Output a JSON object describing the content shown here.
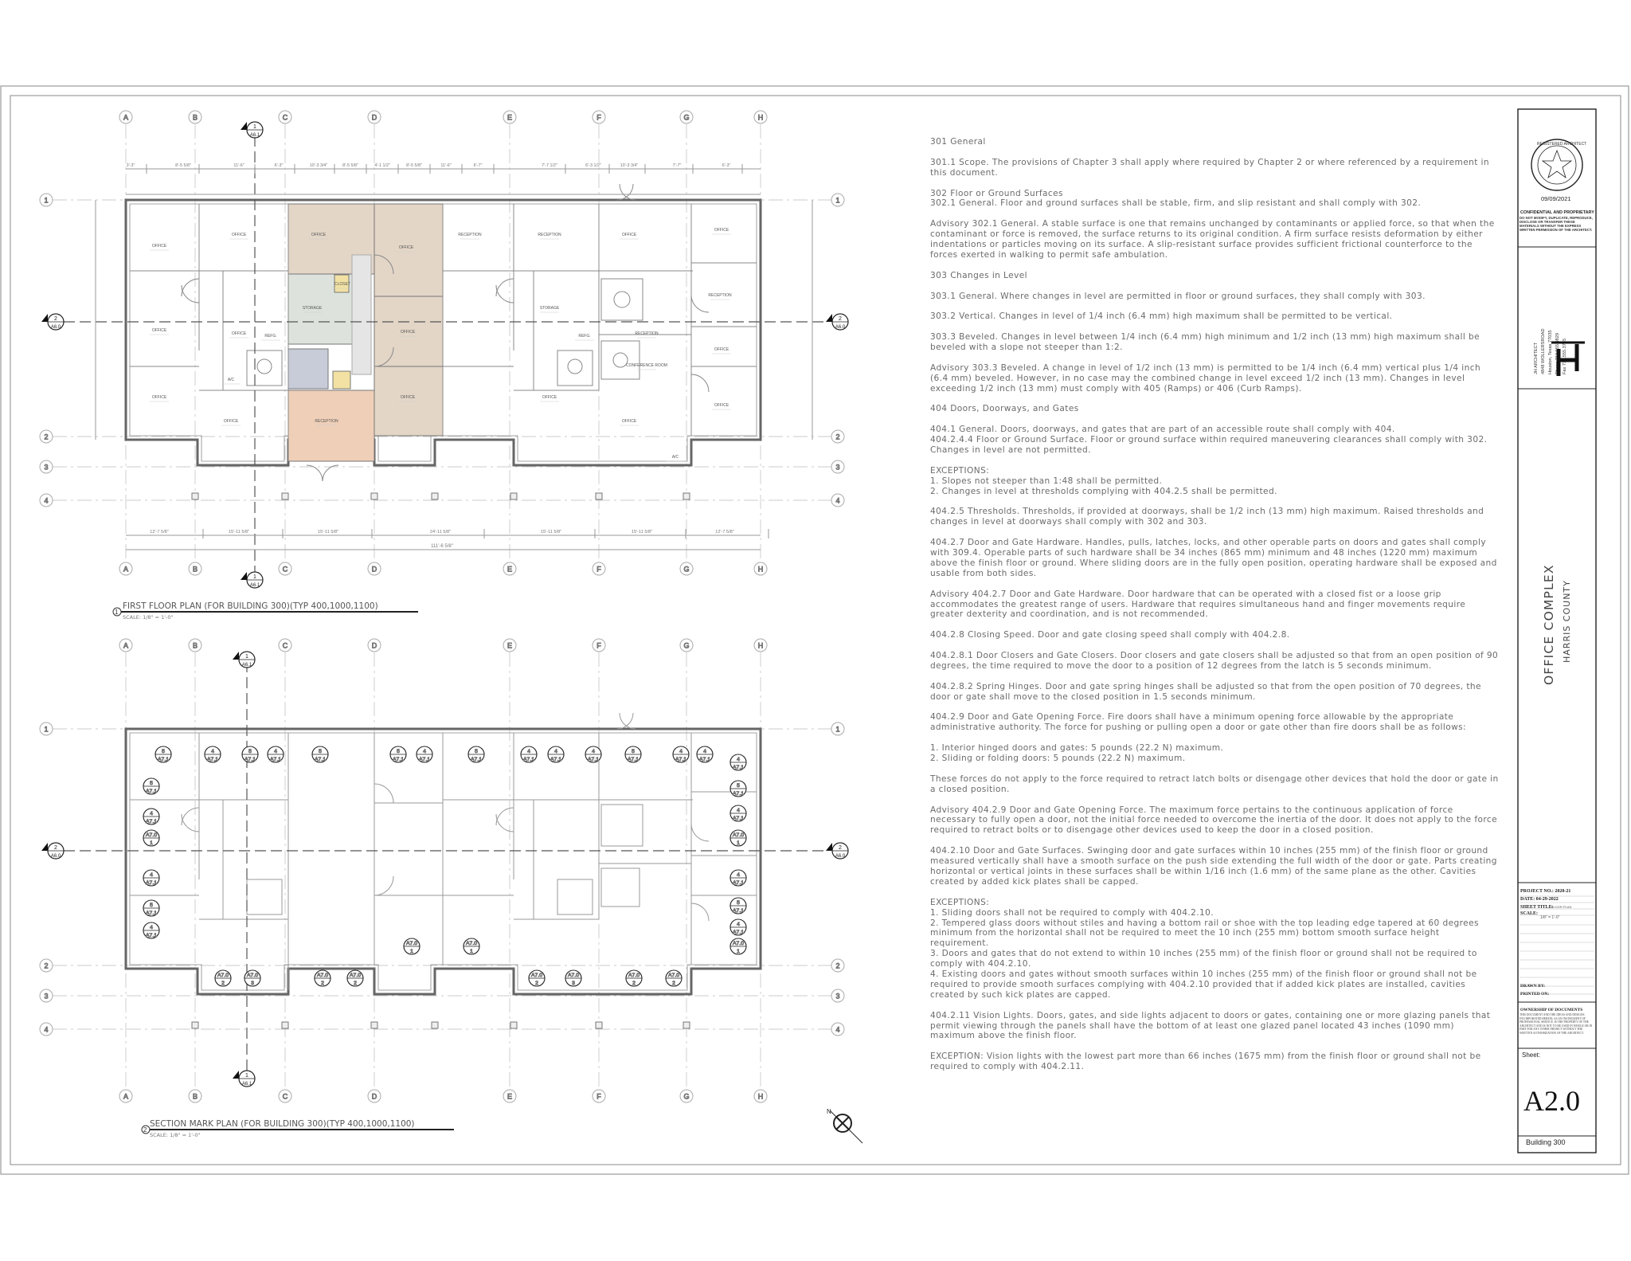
{
  "drawings": {
    "plan1": {
      "number": "1",
      "title": "FIRST FLOOR PLAN (FOR BUILDING 300)(TYP 400,1000,1100)",
      "scale": "SCALE: 1/8\" = 1'-0\""
    },
    "plan2": {
      "number": "2",
      "title": "SECTION MARK  PLAN (FOR BUILDING 300)(TYP 400,1000,1100)",
      "scale": "SCALE: 1/8\" = 1'-0\""
    },
    "grid_letters": [
      "A",
      "B",
      "C",
      "D",
      "E",
      "F",
      "G",
      "H"
    ],
    "grid_numbers": [
      "1",
      "2",
      "3",
      "4"
    ],
    "section_tags": [
      {
        "top": "2",
        "bot": "A6.0"
      },
      {
        "top": "1",
        "bot": "A6.1"
      }
    ],
    "detail_tags": [
      {
        "top": "5",
        "bot": "A7.1"
      },
      {
        "top": "4",
        "bot": "A7.1"
      },
      {
        "top": "A7.0",
        "bot": "1"
      },
      {
        "top": "A7.0",
        "bot": "2"
      },
      {
        "top": "A7.0",
        "bot": "3"
      }
    ],
    "room_labels": [
      "OFFICE",
      "OFFICE",
      "OFFICE",
      "OFFICE",
      "RECEPTION",
      "STORAGE",
      "OFFICE",
      "OFFICE",
      "OFFICE",
      "OFFICE",
      "RECEPTION",
      "CLOSET",
      "REFG.",
      "A/C",
      "OFFICE",
      "OFFICE",
      "RECEPTION",
      "OFFICE",
      "OFFICE",
      "STORAGE",
      "REFG.",
      "OFFICE",
      "OFFICE",
      "RECEPTION",
      "RECEPTION",
      "OFFICE",
      "OFFICE",
      "A/C",
      "CONFERENCE ROOM"
    ],
    "dims_top": [
      "3'-3\"",
      "8'-5 5/8\"",
      "11'-6\"",
      "6'-3\"",
      "10'-3 3/4\"",
      "8'-5 5/8\"",
      "4'-1 1/2\"",
      "8'-5 5/8\"",
      "11'-6\"",
      "6'-7\"",
      "7'-7 1/2\"",
      "6'-3 1/2\"",
      "10'-3 3/4\"",
      "7'-7\"",
      "6'-3\""
    ],
    "dims_bottom": [
      "12'-7 5/8\"",
      "15'-11 5/8\"",
      "15'-11 5/8\"",
      "24'-11 5/8\"",
      "15'-11 5/8\"",
      "15'-11 5/8\"",
      "12'-7 5/8\""
    ],
    "dim_overall": "111'-6 5/8\"",
    "north": "N"
  },
  "notes": [
    "301 General",
    "301.1 Scope. The provisions of Chapter 3 shall apply where required by Chapter 2 or where referenced by a requirement in this document.",
    "302 Floor or Ground Surfaces\n302.1 General. Floor and ground surfaces shall be stable, firm, and slip resistant and shall comply with 302.",
    "Advisory 302.1 General. A stable surface is one that remains unchanged by contaminants or applied force, so that when the contaminant or force is removed, the surface returns to its original condition. A firm surface resists deformation by either indentations or particles moving on its surface. A slip-resistant surface provides sufficient frictional counterforce to the forces exerted in walking to permit safe ambulation.",
    "303 Changes in Level",
    "303.1 General. Where changes in level are permitted in floor or ground surfaces, they shall comply with 303.",
    "303.2 Vertical. Changes in level of 1/4 inch (6.4 mm) high maximum shall be permitted to be vertical.",
    "303.3 Beveled. Changes in level between 1/4 inch (6.4 mm) high minimum and 1/2 inch (13 mm) high maximum shall be beveled with a slope not steeper than 1:2.",
    "Advisory 303.3 Beveled. A change in level of 1/2 inch (13 mm) is permitted to be 1/4 inch (6.4 mm) vertical plus 1/4 inch (6.4 mm) beveled. However, in no case may the combined change in level exceed 1/2 inch (13 mm). Changes in level exceeding 1/2 inch (13 mm) must comply with 405 (Ramps) or 406 (Curb Ramps).\n",
    "404 Doors, Doorways, and Gates",
    "404.1 General. Doors, doorways, and gates that are part of an accessible route shall comply with 404.\n404.2.4.4 Floor or Ground Surface. Floor or ground surface within required maneuvering clearances shall comply with 302. Changes in level are not permitted.",
    "EXCEPTIONS:\n1. Slopes not steeper than 1:48 shall be permitted.\n2. Changes in level at thresholds complying with 404.2.5 shall be permitted.",
    "404.2.5 Thresholds. Thresholds, if provided at doorways, shall be 1/2 inch (13 mm) high maximum. Raised thresholds and changes in level at doorways shall comply with 302 and 303.",
    "404.2.7 Door and Gate Hardware. Handles, pulls, latches, locks, and other operable parts on doors and gates shall comply with 309.4. Operable parts of such hardware shall be 34 inches (865 mm) minimum and 48 inches (1220 mm) maximum above the finish floor or ground. Where sliding doors are in the fully open position, operating hardware shall be exposed and usable from both sides.",
    "Advisory 404.2.7 Door and Gate Hardware. Door hardware that can be operated with a closed fist or a loose grip accommodates the greatest range of users. Hardware that requires simultaneous hand and finger movements require greater dexterity and coordination, and is not recommended.",
    "404.2.8 Closing Speed. Door and gate closing speed shall comply with 404.2.8.",
    "404.2.8.1 Door Closers and Gate Closers. Door closers and gate closers shall be adjusted so that from an open position of 90 degrees, the time required to move the door to a position of 12 degrees from the latch is 5 seconds minimum.",
    "404.2.8.2 Spring Hinges. Door and gate spring hinges shall be adjusted so that from the open position of 70 degrees, the door or gate shall move to the closed position in 1.5 seconds minimum.",
    "404.2.9 Door and Gate Opening Force. Fire doors shall have a minimum opening force allowable by the appropriate administrative authority. The force for pushing or pulling open a door or gate other than fire doors shall be as follows:",
    "1. Interior hinged doors and gates: 5 pounds (22.2 N) maximum.\n2. Sliding or folding doors: 5 pounds (22.2 N) maximum.",
    "These forces do not apply to the force required to retract latch bolts or disengage other devices that hold the door or gate in a closed position.",
    "Advisory 404.2.9 Door and Gate Opening Force. The maximum force pertains to the continuous application of force necessary to fully open a door, not the initial force needed to overcome the inertia of the door. It does not apply to the force required to retract bolts or to disengage other devices used to keep the door in a closed position.",
    "404.2.10 Door and Gate Surfaces. Swinging door and gate surfaces within 10 inches (255 mm) of the finish floor or ground measured vertically shall have a smooth surface on the push side extending the full width of the door or gate. Parts creating horizontal or vertical joints in these surfaces shall be within 1/16 inch (1.6 mm) of the same plane as the other. Cavities created by added kick plates shall be capped.",
    "EXCEPTIONS:\n1. Sliding doors shall not be required to comply with 404.2.10.\n2. Tempered glass doors without stiles and having a bottom rail or shoe with the top leading edge tapered at 60 degrees minimum from the horizontal shall not be required to meet the 10 inch (255 mm) bottom smooth surface height requirement.\n3. Doors and gates that do not extend to within 10 inches (255 mm) of the finish floor or ground shall not be required to comply with 404.2.10.\n4. Existing doors and gates without smooth surfaces within 10 inches (255 mm) of the finish floor or ground shall not be required to provide smooth surfaces complying with 404.2.10 provided that if added kick plates are installed, cavities created by such kick plates are capped.",
    "404.2.11 Vision Lights. Doors, gates, and side lights adjacent to doors or gates, containing one or more glazing panels that permit viewing through the panels shall have the bottom of at least one glazed panel located 43 inches (1090 mm) maximum above the finish floor.",
    "EXCEPTION: Vision lights with the lowest part more than 66 inches (1675 mm) from the finish floor or ground shall not be required to comply with 404.2.11."
  ],
  "title_block": {
    "seal_text": "REGISTERED ARCHITECT",
    "seal_date": "09/09/2021",
    "confidential_title": "CONFIDENTIAL AND PROPRIETARY",
    "confidential_body": "DO NOT MODIFY, DUPLICATE, REPRODUCE, DISCLOSE OR TRANSFER THESE MATERIALS WITHOUT THE EXPRESS WRITTEN PERMISSION OF THE ARCHITECT.",
    "firm_lines": [
      "JH ARCHITECT",
      "4848 WOLLERSROAD",
      "Houston, Texas 77035",
      "Phone          713.555.0829",
      "Fax              713.555.3785"
    ],
    "logo": "H",
    "project_name": "OFFICE COMPLEX",
    "county": "HARRIS COUNTY",
    "project_no": "PROJECT NO.: 2020-21",
    "date": "DATE: 04-29-2022",
    "sheet_title": "SHEET TITLE:",
    "sheet_title_value": "FLOOR PLAN",
    "scale_label": "SCALE:",
    "scale_value": "1/8\" = 1'-0\"",
    "drawn_by": "DRAWN BY:",
    "printed_on": "PRINTED ON:",
    "ownership_title": "OWNERSHIP OF DOCUMENTS",
    "ownership_body": "THIS DOCUMENT AND THE IDEAS AND DESIGNS INCORPORATED HEREIN, AS AN INSTRUMENT OF PROFESSIONAL SERVICE, IS THE PROPERTY OF THE ARCHITECT AND IS NOT TO BE USED IN WHOLE OR IN PART FOR ANY OTHER PROJECT WITHOUT THE WRITTEN AUTHORIZATION OF THE ARCHITECT.",
    "sheet_label": "Sheet:",
    "sheet_number": "A2.0",
    "building": "Building 300"
  }
}
